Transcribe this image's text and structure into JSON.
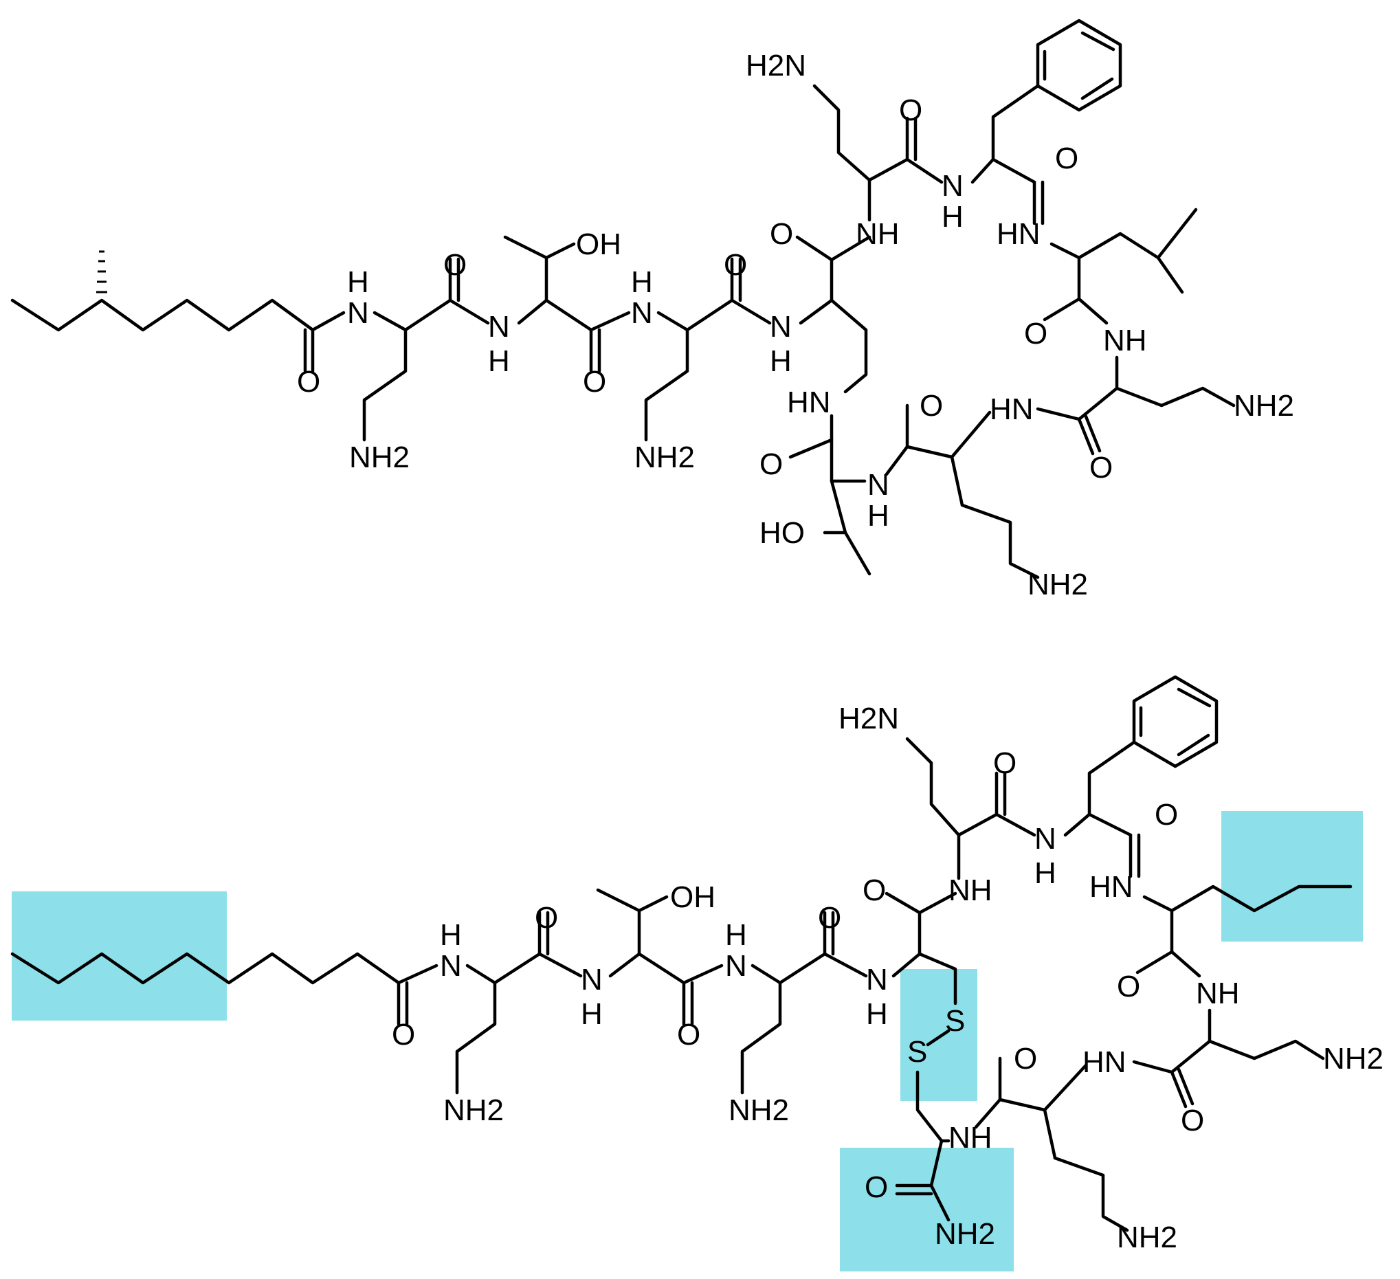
{
  "colors": {
    "highlight": "#8de0ea",
    "ink": "#000000"
  },
  "molecule_top": {
    "labels": {
      "nh2_1": "H2N",
      "nh2_2": "NH2",
      "nh2_3": "NH2",
      "nh2_4": "NH2",
      "nh2_5": "NH2",
      "nh2_6": "NH2",
      "o": "O",
      "oh": "OH",
      "ho": "HO",
      "nh": "NH",
      "hn": "HN",
      "n": "N",
      "h": "H"
    }
  },
  "molecule_bottom": {
    "labels": {
      "s": "S",
      "conh2_o": "O",
      "conh2_n": "NH2"
    }
  }
}
